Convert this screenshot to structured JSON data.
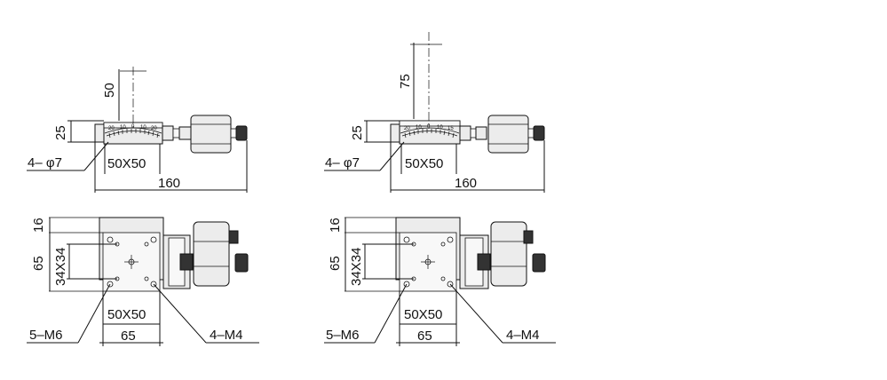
{
  "stages": [
    {
      "id": "left",
      "side": {
        "height": "25",
        "travel": "50",
        "mount_holes": "4– φ7",
        "table": "50X50",
        "length": "160",
        "scale_marks": [
          "20",
          "10",
          "0",
          "10",
          "20"
        ]
      },
      "top": {
        "edge": "16",
        "height": "65",
        "hole_spacing": "34X34",
        "table": "50X50",
        "width": "65",
        "center_holes": "5–M6",
        "corner_holes": "4–M4"
      }
    },
    {
      "id": "right",
      "side": {
        "height": "25",
        "travel": "75",
        "mount_holes": "4– φ7",
        "table": "50X50",
        "length": "160",
        "scale_marks": [
          "20",
          "10",
          "0",
          "10",
          "15"
        ]
      },
      "top": {
        "edge": "16",
        "height": "65",
        "hole_spacing": "34X34",
        "table": "50X50",
        "width": "65",
        "center_holes": "5–M6",
        "corner_holes": "4–M4"
      }
    }
  ]
}
